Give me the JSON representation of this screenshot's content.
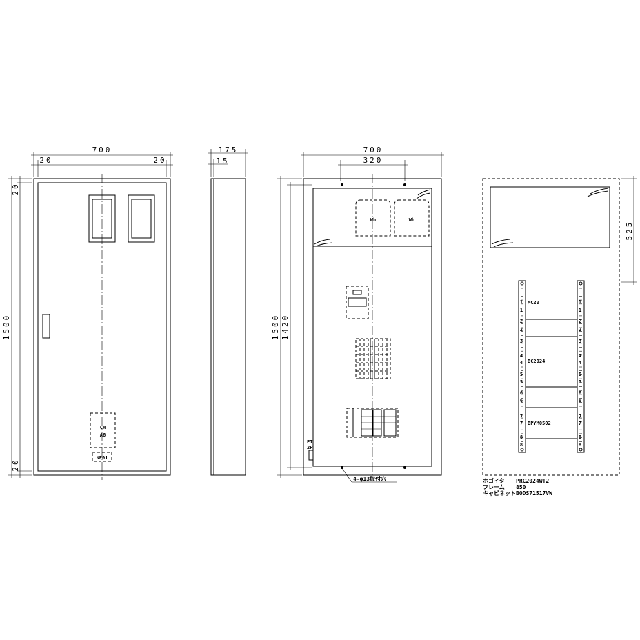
{
  "front_view": {
    "width_dim": "700",
    "edge_left_dim": "20",
    "edge_right_dim": "20",
    "height_dim": "1500",
    "top_margin_dim": "20",
    "bottom_margin_dim": "20",
    "breaker_label_1": "CH",
    "breaker_label_2": "A6",
    "nameplate_label": "NP01"
  },
  "side_view": {
    "depth_dim": "175",
    "frame_dim": "15"
  },
  "interior_view": {
    "width_dim": "700",
    "inner_width_dim": "320",
    "outer_height_dim": "1500",
    "inner_height_dim": "1420",
    "meter_label_1": "Wh",
    "meter_label_2": "Wh",
    "earth_terminal_1": "ET",
    "earth_terminal_2": "2P",
    "mounting_hole_note": "4-φ13取付穴"
  },
  "frame_view": {
    "top_section_dim": "525",
    "labels": [
      "MC20",
      "BC2024",
      "BPYM0502"
    ],
    "rail_numbers": [
      "1",
      "1",
      "2",
      "2",
      "3",
      "4",
      "4",
      "5",
      "5",
      "6",
      "6",
      "7",
      "7",
      "8",
      "8"
    ]
  },
  "spec_table": {
    "rows": [
      {
        "key": "ホゴイタ",
        "value": "PRC2024WT2"
      },
      {
        "key": "フレーム",
        "value": "850"
      },
      {
        "key": "キャビネット",
        "value": "BODS71517VW"
      }
    ]
  }
}
